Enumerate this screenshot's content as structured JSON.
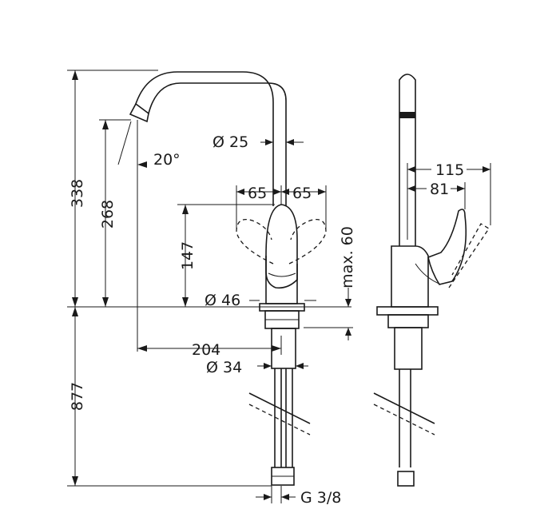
{
  "dimensions": {
    "total_height_above": "338",
    "spout_height": "268",
    "spout_angle": "20°",
    "spout_diameter": "Ø 25",
    "handle_left": "65",
    "handle_right": "65",
    "lever_height": "147",
    "lever_clearance": "max. 60",
    "base_diameter": "Ø 46",
    "reach": "204",
    "shank_diameter": "Ø 34",
    "below_counter": "877",
    "connection_thread": "G 3/8",
    "side_reach_outer": "115",
    "side_reach_inner": "81"
  }
}
